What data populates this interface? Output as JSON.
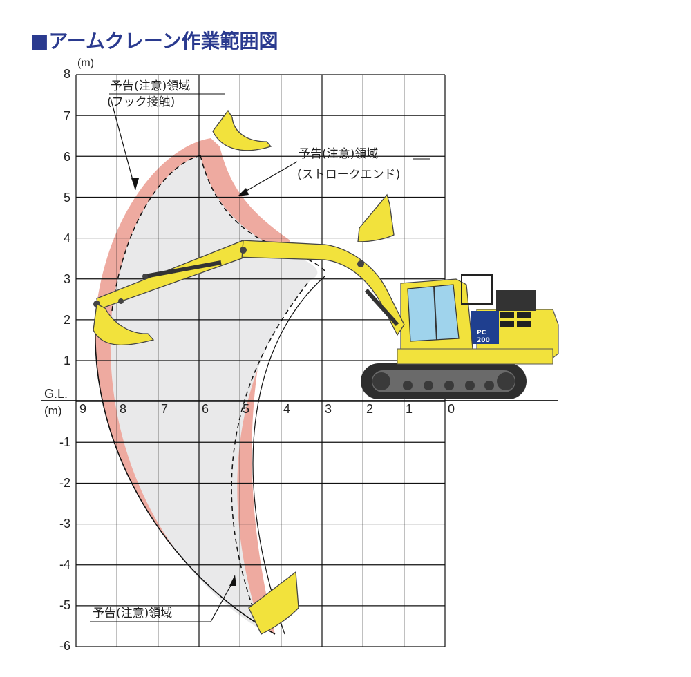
{
  "title": "■アームクレーン作業範囲図",
  "y_unit": "(m)",
  "x_label_top": "G.L.",
  "x_label_bottom": "(m)",
  "y_ticks": [
    "8",
    "7",
    "6",
    "5",
    "4",
    "3",
    "2",
    "1",
    "-1",
    "-2",
    "-3",
    "-4",
    "-5",
    "-6"
  ],
  "x_ticks": [
    "9",
    "8",
    "7",
    "6",
    "5",
    "4",
    "3",
    "2",
    "1",
    "0"
  ],
  "annotations": {
    "hook_line1": "予告(注意)領域",
    "hook_line2": "(フック接触)",
    "stroke_line1": "予告(注意)領域",
    "stroke_line2": "(ストロークエンド)",
    "bottom": "予告(注意)領域"
  },
  "machine": {
    "badge_top": "PC",
    "badge_bottom": "200"
  },
  "colors": {
    "title": "#2a3a8f",
    "work_range_fill": "#e9e9ea",
    "caution_band": "#eeaaa0",
    "machine_yellow": "#f2e23c",
    "machine_dark": "#3a3a3a",
    "cab_glass": "#9fd3ec",
    "engine_navy": "#1f3f8f"
  }
}
